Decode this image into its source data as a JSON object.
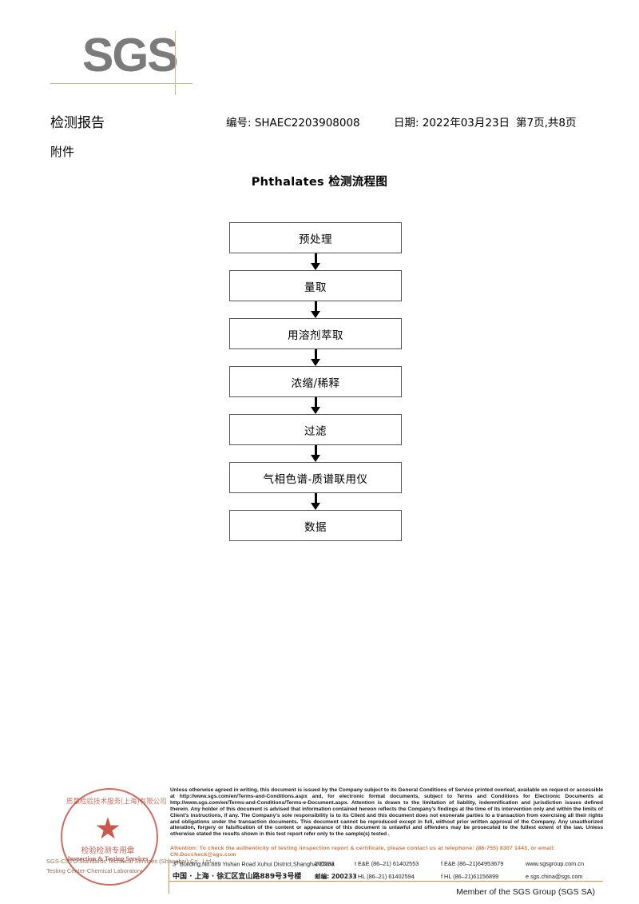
{
  "logo": {
    "text": "SGS"
  },
  "header": {
    "report_title": "检测报告",
    "report_no": "编号: SHAEC2203908008",
    "report_date": "日期: 2022年03月23日",
    "page_info": "第7页,共8页",
    "attachment_label": "附件"
  },
  "flowchart": {
    "title": "Phthalates 检测流程图",
    "steps": [
      {
        "label": "预处理"
      },
      {
        "label": "量取"
      },
      {
        "label": "用溶剂萃取"
      },
      {
        "label": "浓缩/稀释"
      },
      {
        "label": "过滤"
      },
      {
        "label": "气相色谱-质谱联用仪"
      },
      {
        "label": "数据"
      }
    ]
  },
  "seal": {
    "arc_top": "质量检验技术服务(上海)有限公司",
    "center_cn": "检验检测专用章",
    "center_en": "Inspection & Testing Services",
    "entity_lines": [
      "SGS-CSTC Standards Technical Services (Shanghai) Co., Ltd.",
      "Testing Center-Chemical Laboratory"
    ],
    "color": "#c0392b"
  },
  "footer": {
    "legal": "Unless otherwise agreed in writing, this document is issued by the Company subject to its General Conditions of Service printed overleaf, available on request or accessible at http://www.sgs.com/en/Terms-and-Conditions.aspx and, for electronic format documents, subject to Terms and Conditions for Electronic Documents at http://www.sgs.com/en/Terms-and-Conditions/Terms-e-Document.aspx. Attention is drawn to the limitation of liability, indemnification and jurisdiction issues defined therein. Any holder of this document is advised that information contained hereon reflects the Company's findings at the time of its intervention only and within the limits of Client's instructions, if any. The Company's sole responsibility is to its Client and this document does not exonerate parties to a transaction from exercising all their rights and obligations under the transaction documents. This document cannot be reproduced except in full, without prior written approval of the Company. Any unauthorized alteration, forgery or falsification of the content or appearance of this document is unlawful and offenders may be prosecuted to the fullest extent of the law. Unless otherwise stated the results shown in this test report refer only to the sample(s) tested .",
    "attention": "Attention: To check the authenticity of testing /inspection report & certificate, please contact us at telephone: (86-755) 8307 1443, or email: CN.Doccheck@sgs.com",
    "attention_color": "#d2713a",
    "contact_rows": [
      {
        "address": "3rd Building,No.889 Yishan Road Xuhui District,Shanghai China",
        "address_prefix": "3",
        "address_sup": "rd",
        "address_rest": "Building,No.889 Yishan Road Xuhui District,Shanghai China",
        "zip": "200233",
        "tel1": "t E&E (86–21) 61402553",
        "tel2": "f E&E (86–21)64953679",
        "web": "www.sgsgroup.com.cn"
      },
      {
        "address": "中国 · 上海 · 徐汇区宜山路889号3号楼",
        "zip": "邮编: 200233",
        "tel1": "t HL (86–21) 61402594",
        "tel2": "f HL (86–21)61156899",
        "web": "e  sgs.china@sgs.com"
      }
    ],
    "member_line": "Member of the SGS Group (SGS SA)",
    "rule_color": "#d2924a"
  }
}
